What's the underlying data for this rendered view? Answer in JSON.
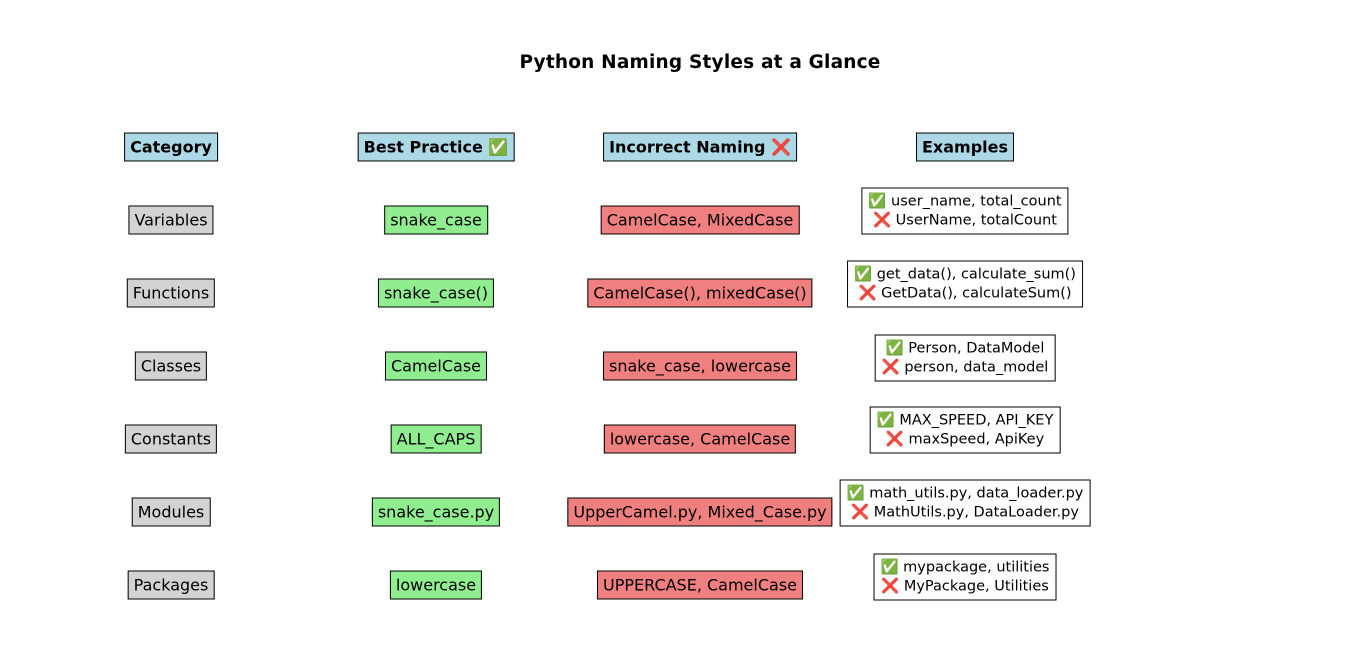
{
  "title": "Python Naming Styles at a Glance",
  "headers": {
    "category": "Category",
    "best_practice": "Best Practice ✅",
    "incorrect": "Incorrect Naming ❌",
    "examples": "Examples"
  },
  "rows": [
    {
      "category": "Variables",
      "best": "snake_case",
      "incorrect": "CamelCase, MixedCase",
      "example_good": "✅ user_name, total_count",
      "example_bad": "❌ UserName, totalCount"
    },
    {
      "category": "Functions",
      "best": "snake_case()",
      "incorrect": "CamelCase(), mixedCase()",
      "example_good": "✅ get_data(), calculate_sum()",
      "example_bad": "❌ GetData(), calculateSum()"
    },
    {
      "category": "Classes",
      "best": "CamelCase",
      "incorrect": "snake_case, lowercase",
      "example_good": "✅ Person, DataModel",
      "example_bad": "❌ person, data_model"
    },
    {
      "category": "Constants",
      "best": "ALL_CAPS",
      "incorrect": "lowercase, CamelCase",
      "example_good": "✅ MAX_SPEED, API_KEY",
      "example_bad": "❌ maxSpeed, ApiKey"
    },
    {
      "category": "Modules",
      "best": "snake_case.py",
      "incorrect": "UpperCamel.py, Mixed_Case.py",
      "example_good": "✅ math_utils.py, data_loader.py",
      "example_bad": "❌ MathUtils.py, DataLoader.py"
    },
    {
      "category": "Packages",
      "best": "lowercase",
      "incorrect": "UPPERCASE, CamelCase",
      "example_good": "✅ mypackage, utilities",
      "example_bad": "❌ MyPackage, Utilities"
    }
  ],
  "colors": {
    "header_bg": "#add8e6",
    "category_bg": "#d3d3d3",
    "best_bg": "#90ee90",
    "incorrect_bg": "#f08080",
    "example_bg": "#ffffff"
  }
}
